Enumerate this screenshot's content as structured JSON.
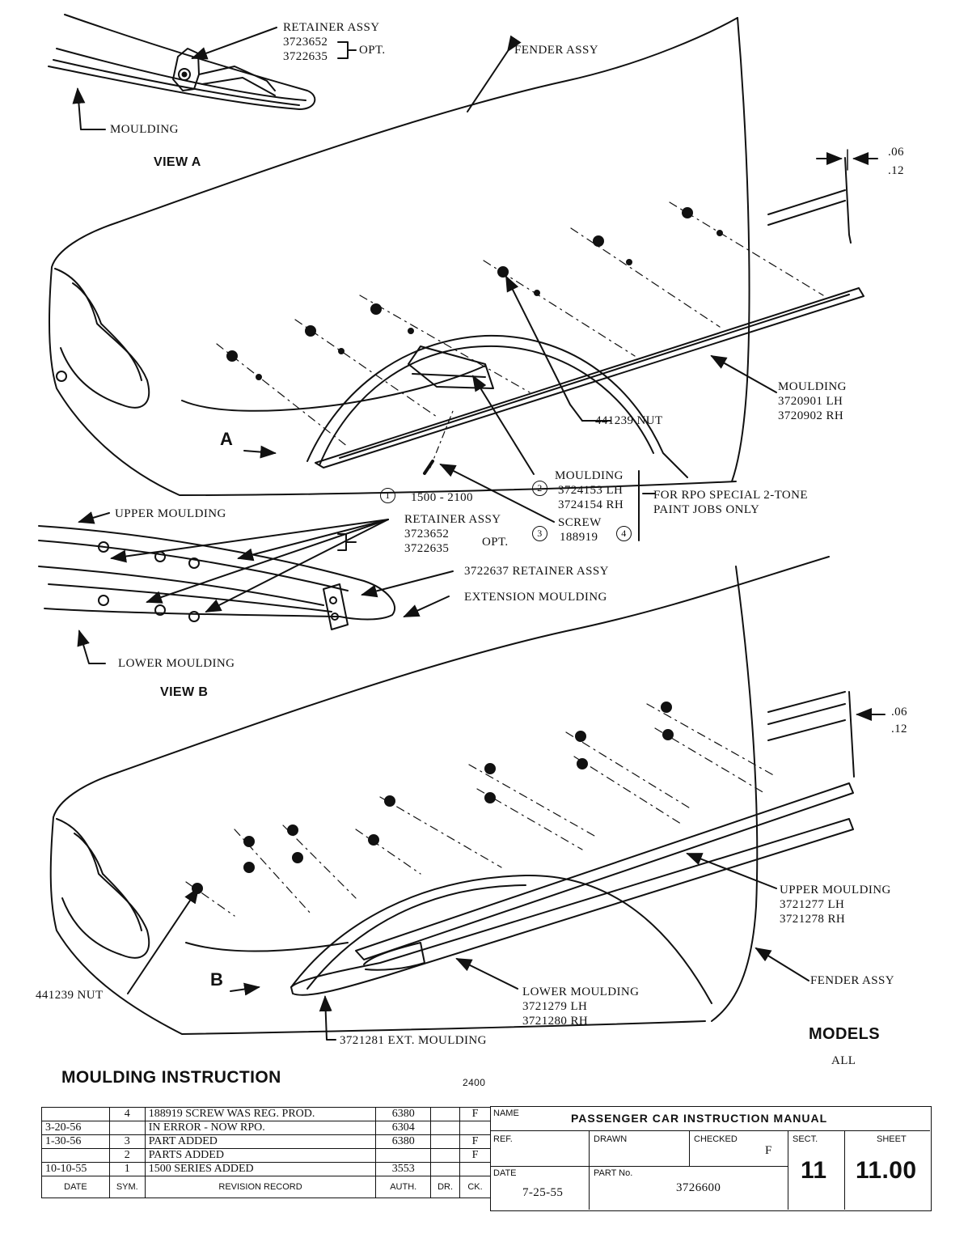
{
  "view_a": {
    "title": "VIEW A",
    "retainer_label": "RETAINER ASSY",
    "retainer_parts": [
      "3723652",
      "3722635"
    ],
    "retainer_opt": "OPT.",
    "moulding_label": "MOULDING"
  },
  "fig1": {
    "fender_assy": "FENDER ASSY",
    "dim_top": ".06",
    "dim_bottom": ".12",
    "moulding_label": "MOULDING",
    "moulding_lh": "3720901 LH",
    "moulding_rh": "3720902 RH",
    "nut_label": "441239 NUT",
    "arrow_label": "A",
    "moulding2_label": "MOULDING",
    "moulding2_lh": "3724153 LH",
    "moulding2_rh": "3724154 RH",
    "rpo_note_1": "FOR RPO SPECIAL 2-TONE",
    "rpo_note_2": "PAINT JOBS ONLY",
    "screw_label": "SCREW",
    "screw_part": "188919",
    "series_range": "1500 - 2100",
    "markers": [
      "1",
      "2",
      "3",
      "4"
    ]
  },
  "view_b": {
    "title": "VIEW B",
    "upper_moulding": "UPPER MOULDING",
    "retainer_label": "RETAINER ASSY",
    "retainer_parts": [
      "3723652",
      "3722635"
    ],
    "retainer_opt": "OPT.",
    "retainer2": "3722637 RETAINER ASSY",
    "extension_moulding": "EXTENSION MOULDING",
    "lower_moulding": "LOWER MOULDING"
  },
  "fig2": {
    "dim_top": ".06",
    "dim_bottom": ".12",
    "upper_moulding": "UPPER MOULDING",
    "upper_lh": "3721277 LH",
    "upper_rh": "3721278 RH",
    "fender_assy": "FENDER ASSY",
    "lower_moulding": "LOWER MOULDING",
    "lower_lh": "3721279 LH",
    "lower_rh": "3721280 RH",
    "ext_moulding": "3721281 EXT. MOULDING",
    "nut_label": "441239 NUT",
    "arrow_label": "B",
    "models_label": "MODELS",
    "models_value": "ALL"
  },
  "title": "MOULDING INSTRUCTION",
  "code": "2400",
  "revisions": [
    {
      "date": "",
      "sym": "4",
      "record": "188919 SCREW WAS REG. PROD.",
      "auth": "6380",
      "dr": "",
      "ck": "F"
    },
    {
      "date": "3-20-56",
      "sym": "",
      "record": "IN ERROR - NOW RPO.",
      "auth": "6304",
      "dr": "",
      "ck": ""
    },
    {
      "date": "1-30-56",
      "sym": "3",
      "record": "PART ADDED",
      "auth": "6380",
      "dr": "",
      "ck": "F"
    },
    {
      "date": "",
      "sym": "2",
      "record": "PARTS ADDED",
      "auth": "",
      "dr": "",
      "ck": "F"
    },
    {
      "date": "10-10-55",
      "sym": "1",
      "record": "1500 SERIES ADDED",
      "auth": "3553",
      "dr": "",
      "ck": ""
    }
  ],
  "revision_headers": {
    "date": "DATE",
    "sym": "SYM.",
    "record": "REVISION RECORD",
    "auth": "AUTH.",
    "dr": "DR.",
    "ck": "CK."
  },
  "title_block": {
    "name_label": "NAME",
    "name_value": "PASSENGER CAR INSTRUCTION MANUAL",
    "ref_label": "REF.",
    "drawn_label": "DRAWN",
    "checked_label": "CHECKED",
    "checked_value": "F",
    "sect_label": "SECT.",
    "sect_value": "11",
    "sheet_label": "SHEET",
    "sheet_value": "11.00",
    "date_label": "DATE",
    "date_value": "7-25-55",
    "part_label": "PART No.",
    "part_value": "3726600"
  }
}
